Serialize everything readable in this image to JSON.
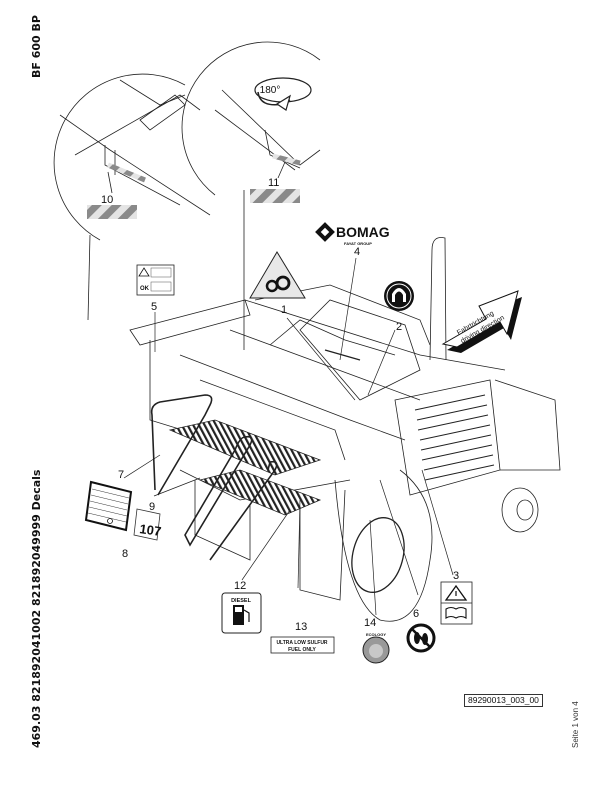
{
  "header": {
    "model": "BF 600 BP",
    "document_title": "469.03 821892041002 821892049999 Decals",
    "page_indicator": "Seite 1 von 4"
  },
  "drawing": {
    "drawing_number": "89290013_003_00",
    "rotation_label": "180°",
    "brand": {
      "name": "BOMAG",
      "subline": "FAYAT GROUP"
    },
    "direction_arrow": {
      "line1": "Fahrtrichtung",
      "line2": "driving direction"
    },
    "decals": {
      "diesel": "DIESEL",
      "fuel_line1": "ULTRA LOW SULFUR",
      "fuel_line2": "FUEL ONLY",
      "ok_text": "OK",
      "noise_value": "107",
      "ecology": "ECOLOGY"
    },
    "callouts": [
      {
        "id": "1",
        "label": "1"
      },
      {
        "id": "2",
        "label": "2"
      },
      {
        "id": "3",
        "label": "3"
      },
      {
        "id": "4",
        "label": "4"
      },
      {
        "id": "5",
        "label": "5"
      },
      {
        "id": "6",
        "label": "6"
      },
      {
        "id": "7",
        "label": "7"
      },
      {
        "id": "8",
        "label": "8"
      },
      {
        "id": "9",
        "label": "9"
      },
      {
        "id": "10",
        "label": "10"
      },
      {
        "id": "11",
        "label": "11"
      },
      {
        "id": "12",
        "label": "12"
      },
      {
        "id": "13",
        "label": "13"
      },
      {
        "id": "14",
        "label": "14"
      }
    ]
  },
  "colors": {
    "ink": "#111111",
    "stripe": "#8a8a8a",
    "background": "#ffffff"
  }
}
